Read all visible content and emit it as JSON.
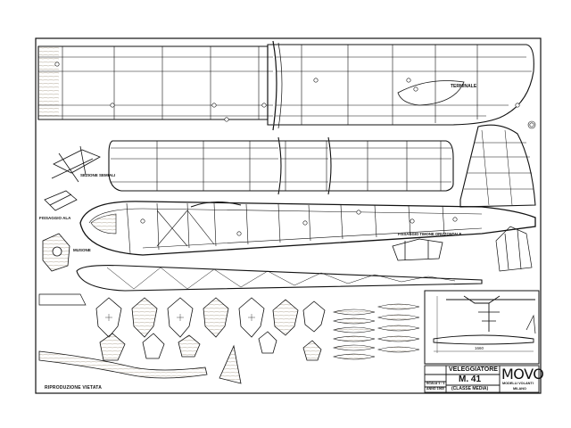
{
  "labels": {
    "terminale": "TERMINALE",
    "sezione_semiali": "SEZIONE SEMIALI",
    "fissaggio_ala": "FISSAGGIO ALA",
    "musone": "MUSONE",
    "fissaggio_timone": "FISSAGGIO TIMONE ORIZZONTALE",
    "riproduzione": "RIPRODUZIONE VIETATA",
    "dim_1660": "1660"
  },
  "title_block": {
    "name_label": "VELEGGIATORE",
    "model": "M. 41",
    "class": "(CLASSE MEDIA)",
    "scale_label": "SCALA 1 : 1",
    "year_label": "ANNO 1965",
    "brand": "MOVO",
    "brand_sub1": "MODELLI VOLANTI",
    "brand_sub2": "MILANO"
  },
  "colors": {
    "ink": "#111111",
    "paper": "#ffffff",
    "wood": "#c8b9a0"
  }
}
